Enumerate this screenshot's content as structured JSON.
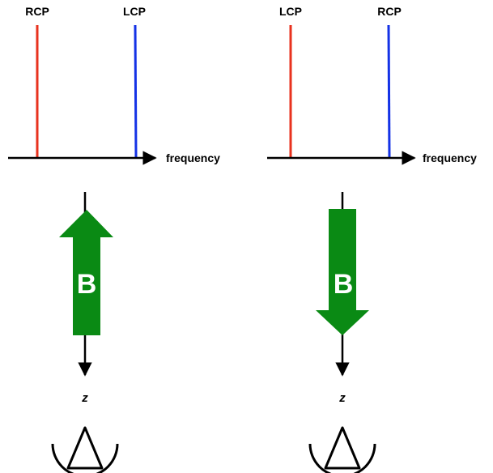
{
  "colors": {
    "rcp": "#e8321e",
    "lcp": "#1432e6",
    "field": "#0a8a14",
    "axis": "#000000"
  },
  "left_panel": {
    "line_1_label": "RCP",
    "line_2_label": "LCP",
    "axis_label": "frequency",
    "field_label": "B",
    "field_direction": "up",
    "z_label": "z",
    "observer_icon": "observer-eye-icon"
  },
  "right_panel": {
    "line_1_label": "LCP",
    "line_2_label": "RCP",
    "axis_label": "frequency",
    "field_label": "B",
    "field_direction": "down",
    "z_label": "z",
    "observer_icon": "observer-eye-icon"
  }
}
